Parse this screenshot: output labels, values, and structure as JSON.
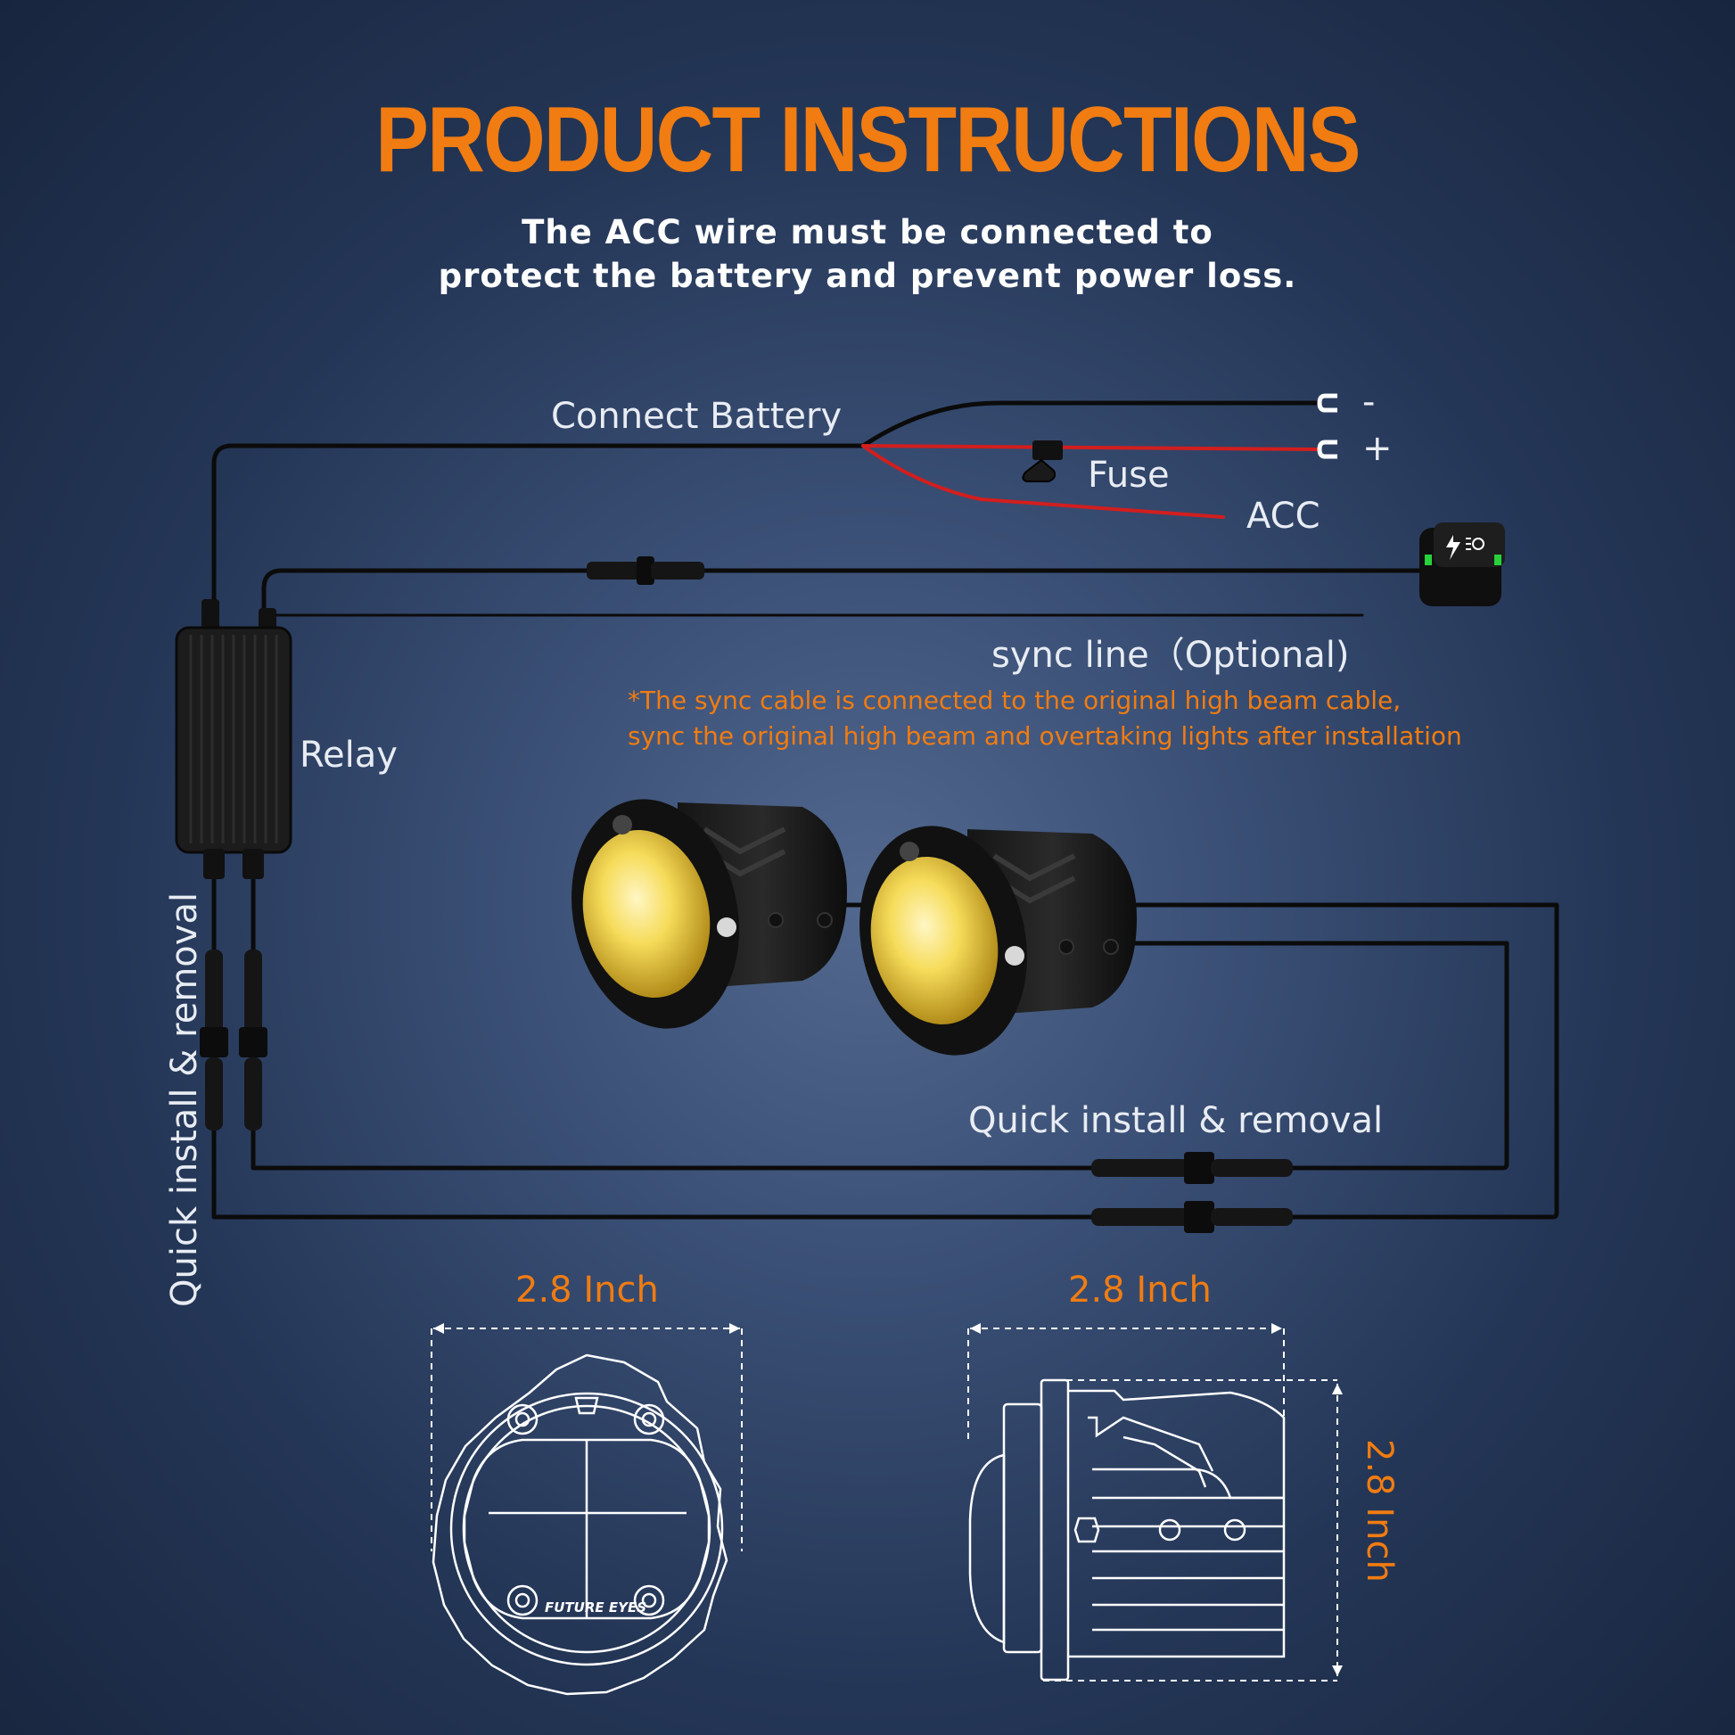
{
  "title": "PRODUCT INSTRUCTIONS",
  "subtitle": {
    "line1": "The ACC wire must be connected to",
    "line2": "protect the battery and prevent power loss."
  },
  "labels": {
    "connect_battery": "Connect Battery",
    "minus": "-",
    "plus": "+",
    "fuse": "Fuse",
    "acc": "ACC",
    "sync_line": "sync line（Optional)",
    "relay": "Relay",
    "quick_install_vertical": "Quick install & removal",
    "quick_install_horizontal": "Quick install & removal"
  },
  "note": {
    "line1": "*The sync cable is connected to the original high beam cable,",
    "line2": "sync the original high beam and overtaking lights after installation"
  },
  "brand": "FUTURE EYES",
  "dimensions": {
    "front_width": "2.8 Inch",
    "side_width": "2.8 Inch",
    "side_height": "2.8 Inch"
  },
  "colors": {
    "accent": "#f07c12",
    "background": "#2b3d60",
    "wire": "#0d0d0d",
    "red_wire": "#d41f1f",
    "lens": "#f5d650",
    "switch_led": "#27d13a"
  }
}
